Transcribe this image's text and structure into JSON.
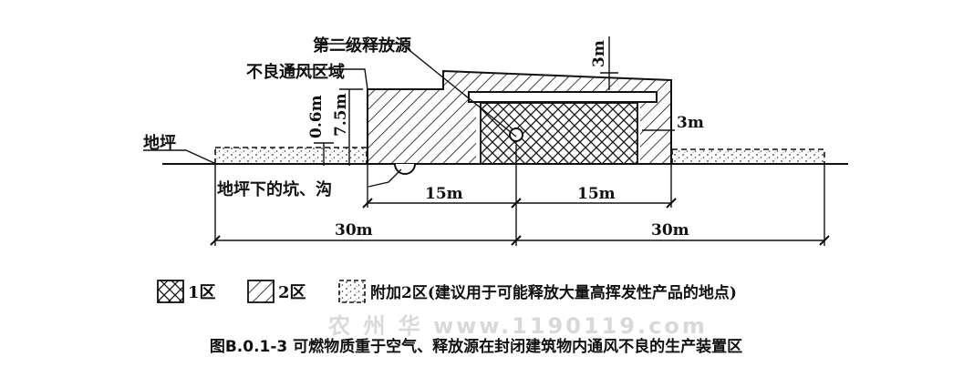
{
  "diagram": {
    "labels": {
      "secondary_source": "第二级释放源",
      "poor_ventilation": "不良通风区域",
      "ground": "地坪",
      "pit_trench": "地坪下的坑、沟",
      "height_0_6": "0.6m",
      "height_7_5": "7.5m",
      "height_3_top": "3m",
      "side_3": "3m",
      "dist_15_left": "15m",
      "dist_15_right": "15m",
      "dist_30_left": "30m",
      "dist_30_right": "30m"
    },
    "legend": [
      {
        "key": "zone1",
        "label": "1区"
      },
      {
        "key": "zone2",
        "label": "2区"
      },
      {
        "key": "zone_add2",
        "label": "附加2区(建议用于可能释放大量高挥发性产品的地点)"
      }
    ],
    "caption": "图B.0.1-3 可燃物质重于空气、释放源在封闭建筑物内通风不良的生产装置区",
    "watermark": "农 州 华  www.1190119.com"
  }
}
